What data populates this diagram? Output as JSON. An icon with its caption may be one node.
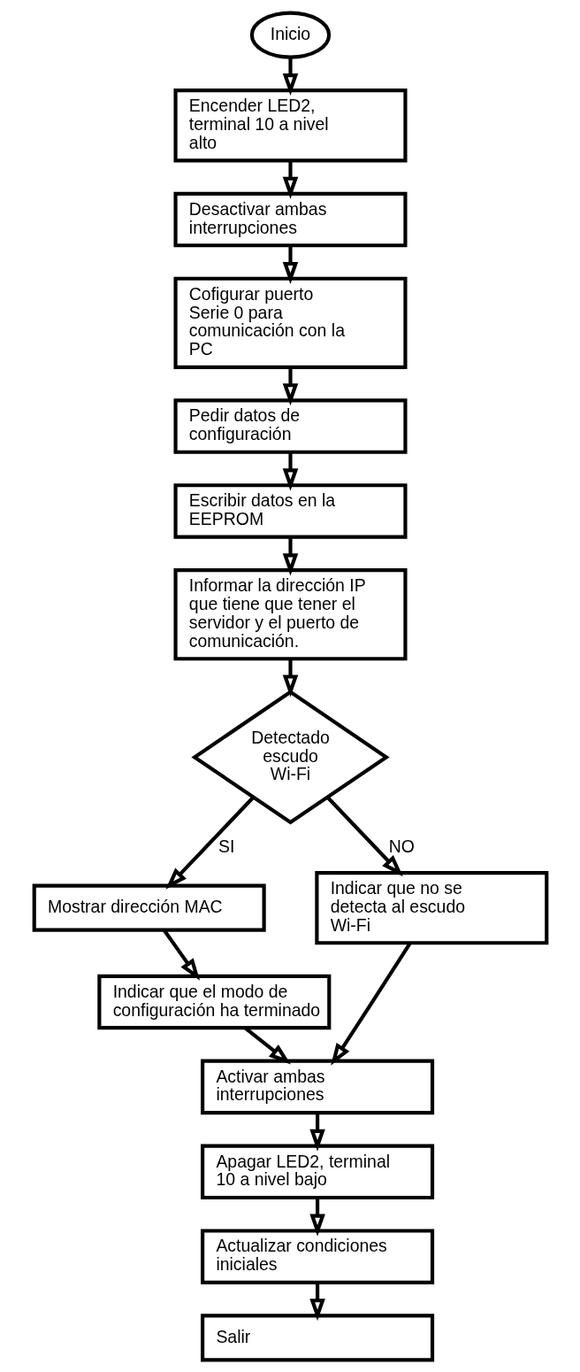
{
  "diagram": {
    "nodes": [
      {
        "text": [
          "Inicio"
        ]
      },
      {
        "text": [
          "Encender LED2, terminal 10 a nivel alto"
        ]
      },
      {
        "text": [
          "Desactivar ambas interrupciones"
        ]
      },
      {
        "text": [
          "Cofigurar puerto Serie 0 para comunicación con la PC"
        ]
      },
      {
        "text": [
          "Pedir datos de configuración"
        ]
      },
      {
        "text": [
          "Escribir datos en la EEPROM"
        ]
      },
      {
        "text": [
          "Informar la dirección IP que tiene que tener el servidor y el puerto de comunicación."
        ]
      },
      {
        "text": [
          "Detectado escudo Wi-Fi"
        ]
      },
      {
        "text": [
          "Mostrar dirección MAC"
        ]
      },
      {
        "text": [
          "Indicar que no se detecta al escudo Wi-Fi"
        ]
      },
      {
        "text": [
          "Indicar que el modo de configuración ha terminado"
        ]
      },
      {
        "text": [
          "Activar ambas interrupciones"
        ]
      },
      {
        "text": [
          "Apagar LED2, terminal 10 a nivel bajo"
        ]
      },
      {
        "text": [
          "Actualizar condiciones iniciales"
        ]
      },
      {
        "text": [
          "Salir"
        ]
      }
    ],
    "edges": [
      {
        "from": 0,
        "to": 1,
        "arrow": "to"
      },
      {
        "from": 1,
        "to": 2,
        "arrow": "to"
      },
      {
        "from": 2,
        "to": 3,
        "arrow": "to"
      },
      {
        "from": 3,
        "to": 4,
        "arrow": "to"
      },
      {
        "from": 4,
        "to": 5,
        "arrow": "to"
      },
      {
        "from": 5,
        "to": 6,
        "arrow": "to"
      },
      {
        "from": 6,
        "to": 7,
        "arrow": "to"
      },
      {
        "from": 7,
        "to": 8,
        "arrow": "to",
        "label": "SI"
      },
      {
        "from": 7,
        "to": 9,
        "arrow": "to",
        "label": "NO"
      },
      {
        "from": 8,
        "to": 10,
        "arrow": "to"
      },
      {
        "from": 10,
        "to": 11,
        "arrow": "to"
      },
      {
        "from": 9,
        "to": 11,
        "arrow": "to"
      },
      {
        "from": 11,
        "to": 12,
        "arrow": "to"
      },
      {
        "from": 12,
        "to": 13,
        "arrow": "to"
      },
      {
        "from": 13,
        "to": 14,
        "arrow": "to"
      }
    ]
  }
}
